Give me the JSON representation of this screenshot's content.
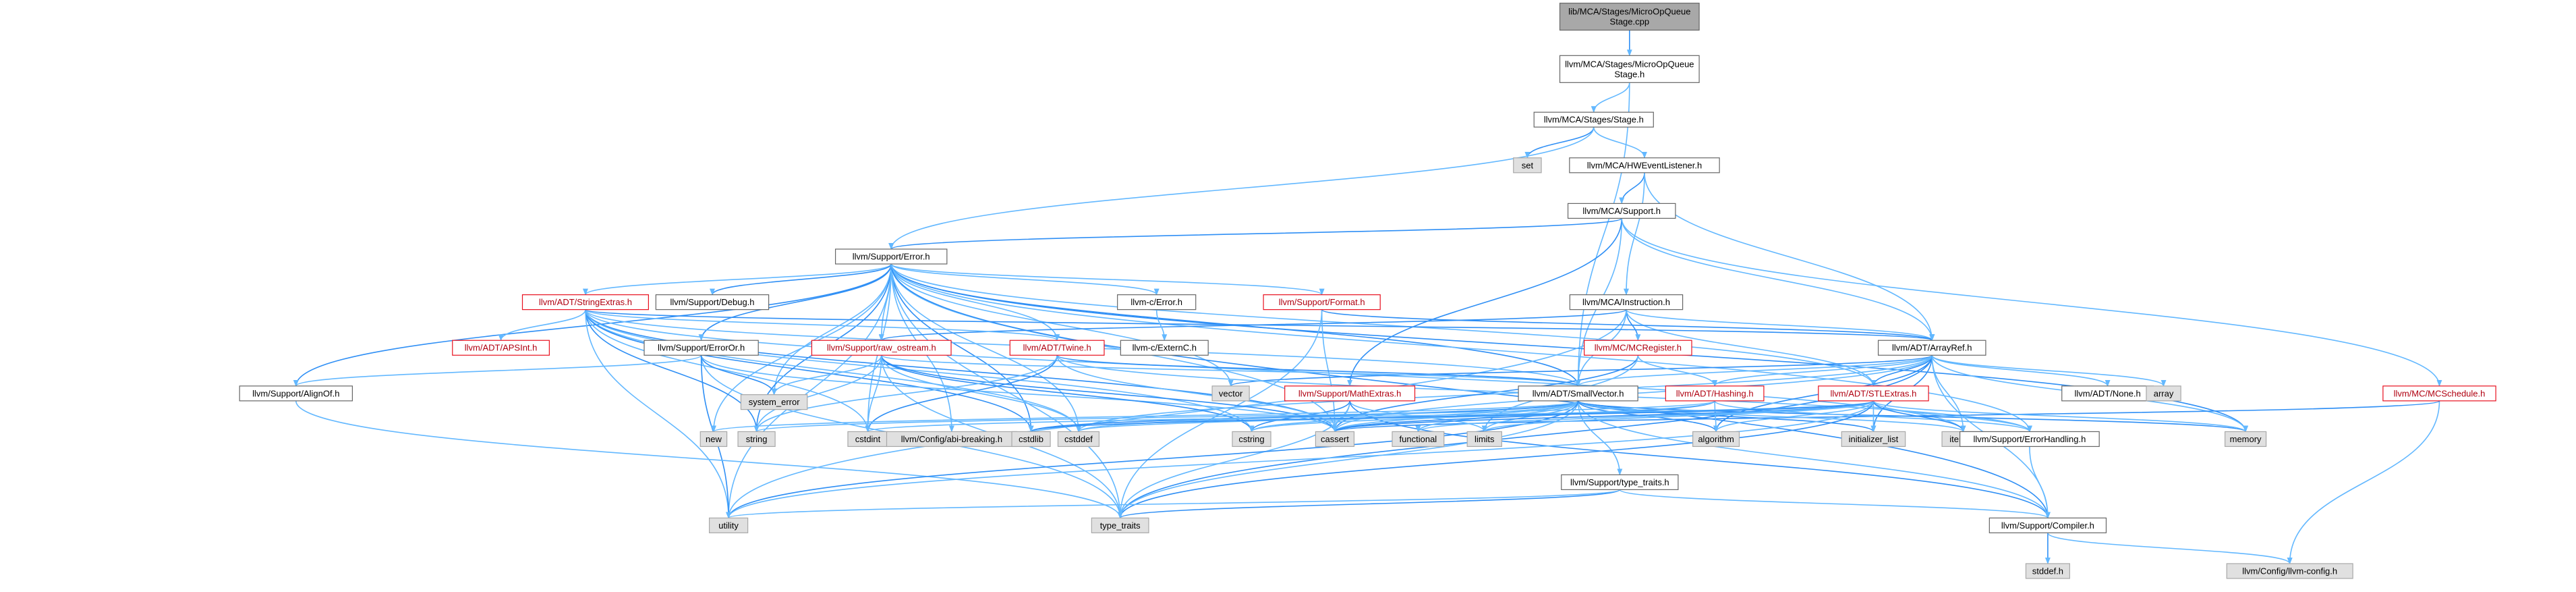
{
  "colors": {
    "edge": "#63b8ff",
    "root_fill": "#a8a8a8",
    "node_fill": "#ffffff",
    "external_fill": "#e0e0e0",
    "truncated_border": "#e8101e"
  },
  "nodes": [
    {
      "id": "root",
      "label": "lib/MCA/Stages/MicroOpQueue\nStage.cpp",
      "kind": "root"
    },
    {
      "id": "moqs_h",
      "label": "llvm/MCA/Stages/MicroOpQueue\nStage.h",
      "kind": "plain"
    },
    {
      "id": "stage_h",
      "label": "llvm/MCA/Stages/Stage.h",
      "kind": "plain"
    },
    {
      "id": "set",
      "label": "set",
      "kind": "external"
    },
    {
      "id": "hwel_h",
      "label": "llvm/MCA/HWEventListener.h",
      "kind": "plain"
    },
    {
      "id": "support_h",
      "label": "llvm/MCA/Support.h",
      "kind": "plain"
    },
    {
      "id": "error_h",
      "label": "llvm/Support/Error.h",
      "kind": "plain"
    },
    {
      "id": "instruction_h",
      "label": "llvm/MCA/Instruction.h",
      "kind": "plain"
    },
    {
      "id": "stringextras_h",
      "label": "llvm/ADT/StringExtras.h",
      "kind": "truncated"
    },
    {
      "id": "debug_h",
      "label": "llvm/Support/Debug.h",
      "kind": "plain"
    },
    {
      "id": "c_error_h",
      "label": "llvm-c/Error.h",
      "kind": "plain"
    },
    {
      "id": "format_h",
      "label": "llvm/Support/Format.h",
      "kind": "truncated"
    },
    {
      "id": "arrayref_h",
      "label": "llvm/ADT/ArrayRef.h",
      "kind": "plain"
    },
    {
      "id": "mcregister_h",
      "label": "llvm/MC/MCRegister.h",
      "kind": "truncated"
    },
    {
      "id": "apsint_h",
      "label": "llvm/ADT/APSInt.h",
      "kind": "truncated"
    },
    {
      "id": "erroror_h",
      "label": "llvm/Support/ErrorOr.h",
      "kind": "plain"
    },
    {
      "id": "raw_ostream_h",
      "label": "llvm/Support/raw_ostream.h",
      "kind": "truncated"
    },
    {
      "id": "twine_h",
      "label": "llvm/ADT/Twine.h",
      "kind": "truncated"
    },
    {
      "id": "externc_h",
      "label": "llvm-c/ExternC.h",
      "kind": "plain"
    },
    {
      "id": "mcschedule_h",
      "label": "llvm/MC/MCSchedule.h",
      "kind": "truncated"
    },
    {
      "id": "alignof_h",
      "label": "llvm/Support/AlignOf.h",
      "kind": "plain"
    },
    {
      "id": "system_error",
      "label": "system_error",
      "kind": "external"
    },
    {
      "id": "vector",
      "label": "vector",
      "kind": "external"
    },
    {
      "id": "mathextras_h",
      "label": "llvm/Support/MathExtras.h",
      "kind": "truncated"
    },
    {
      "id": "smallvector_h",
      "label": "llvm/ADT/SmallVector.h",
      "kind": "plain"
    },
    {
      "id": "hashing_h",
      "label": "llvm/ADT/Hashing.h",
      "kind": "truncated"
    },
    {
      "id": "stlextras_h",
      "label": "llvm/ADT/STLExtras.h",
      "kind": "truncated"
    },
    {
      "id": "none_h",
      "label": "llvm/ADT/None.h",
      "kind": "plain"
    },
    {
      "id": "array",
      "label": "array",
      "kind": "external"
    },
    {
      "id": "new",
      "label": "new",
      "kind": "external"
    },
    {
      "id": "string",
      "label": "string",
      "kind": "external"
    },
    {
      "id": "cstdint",
      "label": "cstdint",
      "kind": "external"
    },
    {
      "id": "abi_breaking_h",
      "label": "llvm/Config/abi-breaking.h",
      "kind": "external"
    },
    {
      "id": "cstdlib",
      "label": "cstdlib",
      "kind": "external"
    },
    {
      "id": "cstddef",
      "label": "cstddef",
      "kind": "external"
    },
    {
      "id": "cstring",
      "label": "cstring",
      "kind": "external"
    },
    {
      "id": "cassert",
      "label": "cassert",
      "kind": "external"
    },
    {
      "id": "functional",
      "label": "functional",
      "kind": "external"
    },
    {
      "id": "limits",
      "label": "limits",
      "kind": "external"
    },
    {
      "id": "type_traits_h",
      "label": "llvm/Support/type_traits.h",
      "kind": "plain"
    },
    {
      "id": "algorithm",
      "label": "algorithm",
      "kind": "external"
    },
    {
      "id": "initializer_list",
      "label": "initializer_list",
      "kind": "external"
    },
    {
      "id": "iterator",
      "label": "iterator",
      "kind": "external"
    },
    {
      "id": "errorhandling_h",
      "label": "llvm/Support/ErrorHandling.h",
      "kind": "plain"
    },
    {
      "id": "memory",
      "label": "memory",
      "kind": "external"
    },
    {
      "id": "utility",
      "label": "utility",
      "kind": "external"
    },
    {
      "id": "type_traits",
      "label": "type_traits",
      "kind": "external"
    },
    {
      "id": "compiler_h",
      "label": "llvm/Support/Compiler.h",
      "kind": "plain"
    },
    {
      "id": "stddef_h",
      "label": "stddef.h",
      "kind": "external"
    },
    {
      "id": "llvm_config_h",
      "label": "llvm/Config/llvm-config.h",
      "kind": "external"
    }
  ],
  "edges": [
    [
      "root",
      "moqs_h"
    ],
    [
      "moqs_h",
      "stage_h"
    ],
    [
      "moqs_h",
      "smallvector_h"
    ],
    [
      "stage_h",
      "set"
    ],
    [
      "stage_h",
      "hwel_h"
    ],
    [
      "stage_h",
      "error_h"
    ],
    [
      "hwel_h",
      "support_h"
    ],
    [
      "hwel_h",
      "instruction_h"
    ],
    [
      "hwel_h",
      "arrayref_h"
    ],
    [
      "support_h",
      "error_h"
    ],
    [
      "support_h",
      "arrayref_h"
    ],
    [
      "support_h",
      "smallvector_h"
    ],
    [
      "support_h",
      "mathextras_h"
    ],
    [
      "support_h",
      "mcschedule_h"
    ],
    [
      "error_h",
      "stringextras_h"
    ],
    [
      "error_h",
      "debug_h"
    ],
    [
      "error_h",
      "c_error_h"
    ],
    [
      "error_h",
      "format_h"
    ],
    [
      "error_h",
      "erroror_h"
    ],
    [
      "error_h",
      "raw_ostream_h"
    ],
    [
      "error_h",
      "twine_h"
    ],
    [
      "error_h",
      "alignof_h"
    ],
    [
      "error_h",
      "system_error"
    ],
    [
      "error_h",
      "vector"
    ],
    [
      "error_h",
      "smallvector_h"
    ],
    [
      "error_h",
      "stlextras_h"
    ],
    [
      "error_h",
      "new"
    ],
    [
      "error_h",
      "string"
    ],
    [
      "error_h",
      "cstdint"
    ],
    [
      "error_h",
      "abi_breaking_h"
    ],
    [
      "error_h",
      "cstdlib"
    ],
    [
      "error_h",
      "cstddef"
    ],
    [
      "error_h",
      "cassert"
    ],
    [
      "error_h",
      "memory"
    ],
    [
      "error_h",
      "utility"
    ],
    [
      "error_h",
      "type_traits"
    ],
    [
      "error_h",
      "compiler_h"
    ],
    [
      "error_h",
      "errorhandling_h"
    ],
    [
      "instruction_h",
      "arrayref_h"
    ],
    [
      "instruction_h",
      "mcregister_h"
    ],
    [
      "instruction_h",
      "smallvector_h"
    ],
    [
      "instruction_h",
      "stlextras_h"
    ],
    [
      "instruction_h",
      "raw_ostream_h"
    ],
    [
      "instruction_h",
      "utility"
    ],
    [
      "stringextras_h",
      "apsint_h"
    ],
    [
      "stringextras_h",
      "arrayref_h"
    ],
    [
      "stringextras_h",
      "smallvector_h"
    ],
    [
      "stringextras_h",
      "twine_h"
    ],
    [
      "stringextras_h",
      "cassert"
    ],
    [
      "stringextras_h",
      "cstddef"
    ],
    [
      "stringextras_h",
      "cstdint"
    ],
    [
      "stringextras_h",
      "cstdlib"
    ],
    [
      "stringextras_h",
      "cstring"
    ],
    [
      "stringextras_h",
      "iterator"
    ],
    [
      "stringextras_h",
      "string"
    ],
    [
      "stringextras_h",
      "utility"
    ],
    [
      "c_error_h",
      "externc_h"
    ],
    [
      "format_h",
      "arrayref_h"
    ],
    [
      "format_h",
      "cassert"
    ],
    [
      "format_h",
      "type_traits"
    ],
    [
      "arrayref_h",
      "vector"
    ],
    [
      "arrayref_h",
      "smallvector_h"
    ],
    [
      "arrayref_h",
      "hashing_h"
    ],
    [
      "arrayref_h",
      "stlextras_h"
    ],
    [
      "arrayref_h",
      "none_h"
    ],
    [
      "arrayref_h",
      "array"
    ],
    [
      "arrayref_h",
      "algorithm"
    ],
    [
      "arrayref_h",
      "cassert"
    ],
    [
      "arrayref_h",
      "cstddef"
    ],
    [
      "arrayref_h",
      "initializer_list"
    ],
    [
      "arrayref_h",
      "iterator"
    ],
    [
      "arrayref_h",
      "memory"
    ],
    [
      "arrayref_h",
      "type_traits"
    ],
    [
      "arrayref_h",
      "compiler_h"
    ],
    [
      "mcregister_h",
      "hashing_h"
    ],
    [
      "mcregister_h",
      "cassert"
    ],
    [
      "mcregister_h",
      "limits"
    ],
    [
      "erroror_h",
      "alignof_h"
    ],
    [
      "erroror_h",
      "system_error"
    ],
    [
      "erroror_h",
      "cassert"
    ],
    [
      "erroror_h",
      "type_traits"
    ],
    [
      "erroror_h",
      "utility"
    ],
    [
      "raw_ostream_h",
      "smallvector_h"
    ],
    [
      "raw_ostream_h",
      "string"
    ],
    [
      "raw_ostream_h",
      "cassert"
    ],
    [
      "raw_ostream_h",
      "cstddef"
    ],
    [
      "raw_ostream_h",
      "cstdint"
    ],
    [
      "raw_ostream_h",
      "cstring"
    ],
    [
      "raw_ostream_h",
      "system_error"
    ],
    [
      "raw_ostream_h",
      "type_traits"
    ],
    [
      "twine_h",
      "smallvector_h"
    ],
    [
      "twine_h",
      "errorhandling_h"
    ],
    [
      "twine_h",
      "cassert"
    ],
    [
      "twine_h",
      "cstdint"
    ],
    [
      "twine_h",
      "string"
    ],
    [
      "mcschedule_h",
      "llvm_config_h"
    ],
    [
      "mcschedule_h",
      "cassert"
    ],
    [
      "alignof_h",
      "type_traits"
    ],
    [
      "mathextras_h",
      "cassert"
    ],
    [
      "mathextras_h",
      "cstring"
    ],
    [
      "mathextras_h",
      "limits"
    ],
    [
      "mathextras_h",
      "type_traits"
    ],
    [
      "mathextras_h",
      "compiler_h"
    ],
    [
      "smallvector_h",
      "compiler_h"
    ],
    [
      "smallvector_h",
      "type_traits_h"
    ],
    [
      "smallvector_h",
      "algorithm"
    ],
    [
      "smallvector_h",
      "cassert"
    ],
    [
      "smallvector_h",
      "cstddef"
    ],
    [
      "smallvector_h",
      "cstdlib"
    ],
    [
      "smallvector_h",
      "cstring"
    ],
    [
      "smallvector_h",
      "functional"
    ],
    [
      "smallvector_h",
      "initializer_list"
    ],
    [
      "smallvector_h",
      "iterator"
    ],
    [
      "smallvector_h",
      "limits"
    ],
    [
      "smallvector_h",
      "memory"
    ],
    [
      "smallvector_h",
      "new"
    ],
    [
      "smallvector_h",
      "type_traits"
    ],
    [
      "smallvector_h",
      "utility"
    ],
    [
      "hashing_h",
      "errorhandling_h"
    ],
    [
      "hashing_h",
      "algorithm"
    ],
    [
      "hashing_h",
      "cassert"
    ],
    [
      "hashing_h",
      "cstring"
    ],
    [
      "hashing_h",
      "string"
    ],
    [
      "hashing_h",
      "tuple"
    ],
    [
      "stlextras_h",
      "errorhandling_h"
    ],
    [
      "stlextras_h",
      "algorithm"
    ],
    [
      "stlextras_h",
      "cassert"
    ],
    [
      "stlextras_h",
      "cstddef"
    ],
    [
      "stlextras_h",
      "cstdint"
    ],
    [
      "stlextras_h",
      "cstdlib"
    ],
    [
      "stlextras_h",
      "functional"
    ],
    [
      "stlextras_h",
      "initializer_list"
    ],
    [
      "stlextras_h",
      "iterator"
    ],
    [
      "stlextras_h",
      "limits"
    ],
    [
      "stlextras_h",
      "memory"
    ],
    [
      "stlextras_h",
      "type_traits"
    ],
    [
      "stlextras_h",
      "utility"
    ],
    [
      "type_traits_h",
      "compiler_h"
    ],
    [
      "type_traits_h",
      "type_traits"
    ],
    [
      "type_traits_h",
      "utility"
    ],
    [
      "errorhandling_h",
      "compiler_h"
    ],
    [
      "compiler_h",
      "stddef_h"
    ],
    [
      "compiler_h",
      "llvm_config_h"
    ]
  ]
}
